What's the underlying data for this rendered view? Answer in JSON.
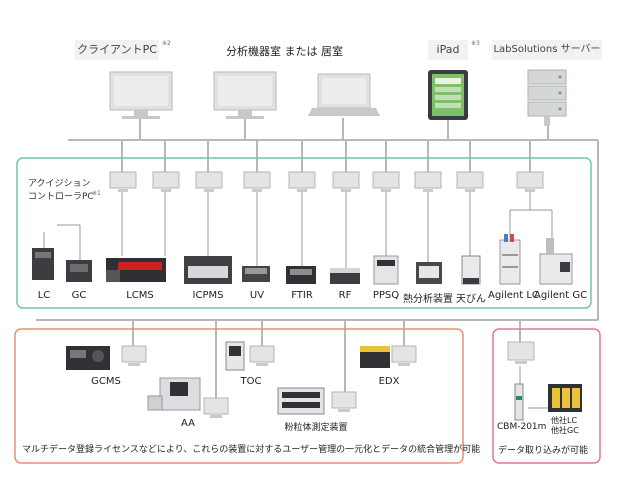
{
  "top": {
    "client_pc": "クライアントPC",
    "client_pc_note": "※2",
    "lab_label": "分析機器室 または 居室",
    "ipad": "iPad",
    "ipad_note": "※3",
    "server": "LabSolutions サーバー"
  },
  "acq": {
    "line1": "アクイジション",
    "line2": "コントローラPC",
    "note": "※1"
  },
  "instruments": [
    "LC",
    "GC",
    "LCMS",
    "ICPMS",
    "UV",
    "FTIR",
    "RF",
    "PPSQ",
    "熱分析装置",
    "天びん",
    "Agilent LC",
    "Agilent GC"
  ],
  "bottom": {
    "gcms": "GCMS",
    "aa": "AA",
    "toc": "TOC",
    "particle": "粉粒体測定装置",
    "edx": "EDX",
    "caption": "マルチデータ登録ライセンスなどにより、これらの装置に対するユーザー管理の一元化とデータの統合管理が可能"
  },
  "right_box": {
    "cbm": "CBM-201m",
    "other_lc": "他社LC",
    "other_gc": "他社GC",
    "caption": "データ取り込みが可能"
  },
  "colors": {
    "teal_box": "#6fc3b5",
    "orange_box": "#ee8e73",
    "pink_box": "#e07a96",
    "network_line": "#b3b3b3"
  }
}
